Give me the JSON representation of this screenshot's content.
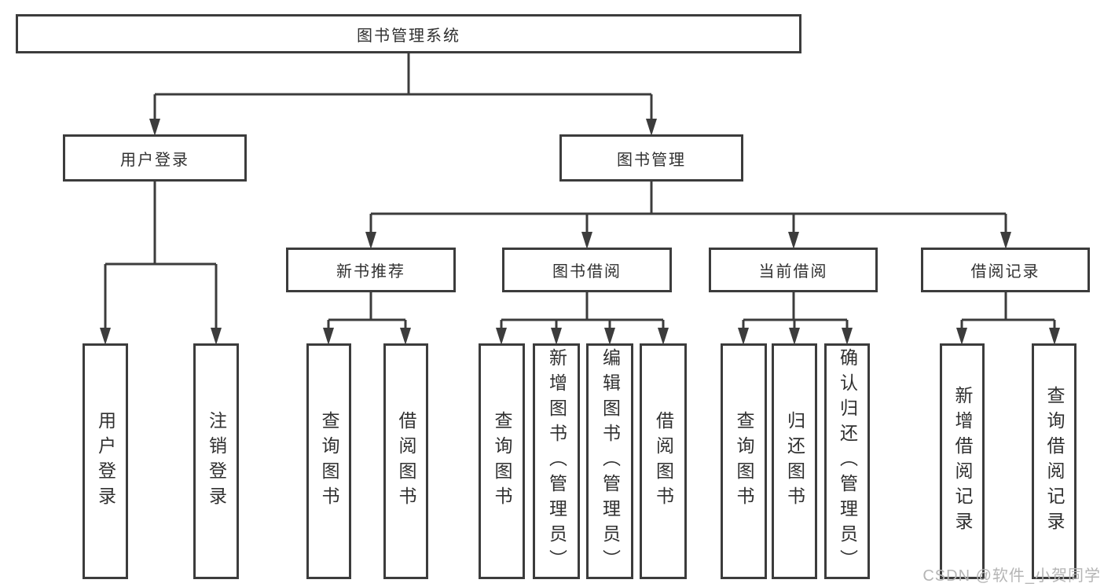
{
  "diagram": {
    "title": "图书管理系统",
    "nodes": {
      "root": {
        "label": "图书管理系统"
      },
      "user_login": {
        "label": "用户登录"
      },
      "book_mgmt": {
        "label": "图书管理"
      },
      "new_book_rec": {
        "label": "新书推荐"
      },
      "book_borrow": {
        "label": "图书借阅"
      },
      "current_borrow": {
        "label": "当前借阅"
      },
      "borrow_records": {
        "label": "借阅记录"
      }
    },
    "leaves": {
      "login_user": "用户登录",
      "logout": "注销登录",
      "rec_query": "查询图书",
      "rec_borrow": "借阅图书",
      "bb_query": "查询图书",
      "bb_add": "新增图书（管理员）",
      "bb_edit": "编辑图书（管理员）",
      "bb_borrow": "借阅图书",
      "cb_query": "查询图书",
      "cb_return": "归还图书",
      "cb_confirm": "确认归还（管理员）",
      "br_add": "新增借阅记录",
      "br_query": "查询借阅记录"
    },
    "colors": {
      "line": "#3c3c3c",
      "text": "#303030",
      "watermark": "#b5b5b5"
    }
  },
  "watermark": {
    "text": "CSDN @软件_小贺同学"
  }
}
